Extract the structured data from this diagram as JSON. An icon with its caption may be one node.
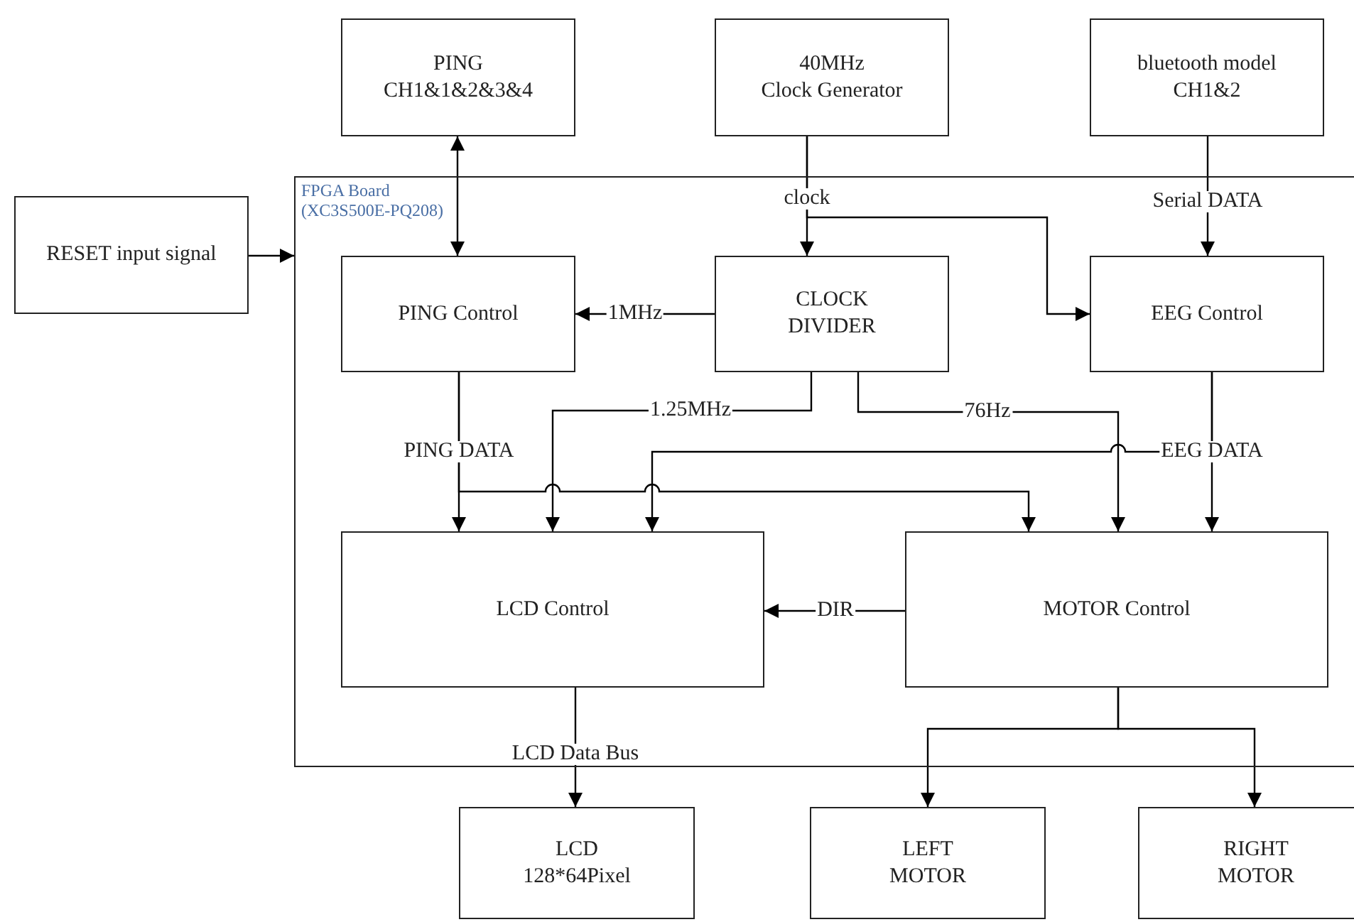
{
  "diagram": {
    "nodes": [
      {
        "text": [
          "PING CH1&1&2&3&4"
        ]
      },
      {
        "text": [
          "40MHz Clock Generator"
        ]
      },
      {
        "text": [
          "bluetooth model CH1&2"
        ]
      },
      {
        "text": [
          "RESET input signal"
        ]
      },
      {
        "text": [
          "FPGA Board (XC3S500E-PQ208)"
        ]
      },
      {
        "text": [
          "PING Control"
        ],
        "in": 4
      },
      {
        "text": [
          "CLOCK DIVIDER"
        ],
        "in": 4
      },
      {
        "text": [
          "EEG Control"
        ],
        "in": 4
      },
      {
        "text": [
          "LCD Control"
        ],
        "in": 4
      },
      {
        "text": [
          "MOTOR Control"
        ],
        "in": 4
      },
      {
        "text": [
          "LCD 128*64Pixel"
        ]
      },
      {
        "text": [
          "LEFT MOTOR"
        ]
      },
      {
        "text": [
          "RIGHT MOTOR"
        ]
      }
    ],
    "edges": [
      {
        "from": 3,
        "to": 4,
        "arrow": "to"
      },
      {
        "from": 0,
        "to": 5,
        "arrow": "both"
      },
      {
        "from": 1,
        "to": 6,
        "label": "clock",
        "arrow": "to"
      },
      {
        "from": 1,
        "to": 7,
        "arrow": "to"
      },
      {
        "from": 2,
        "to": 7,
        "label": "Serial DATA",
        "arrow": "to"
      },
      {
        "from": 6,
        "to": 5,
        "label": "1MHz",
        "arrow": "to"
      },
      {
        "from": 6,
        "to": 8,
        "label": "1.25MHz",
        "arrow": "to"
      },
      {
        "from": 6,
        "to": 9,
        "label": "76Hz",
        "arrow": "to"
      },
      {
        "from": 5,
        "to": 8,
        "label": "PING DATA",
        "arrow": "to"
      },
      {
        "from": 5,
        "to": 9,
        "arrow": "to"
      },
      {
        "from": 7,
        "to": 9,
        "label": "EEG DATA",
        "arrow": "to"
      },
      {
        "from": 7,
        "to": 8,
        "arrow": "to"
      },
      {
        "from": 9,
        "to": 8,
        "label": "DIR",
        "arrow": "to"
      },
      {
        "from": 8,
        "to": 10,
        "label": "LCD Data Bus",
        "arrow": "to"
      },
      {
        "from": 9,
        "to": 11,
        "arrow": "to"
      },
      {
        "from": 9,
        "to": 12,
        "arrow": "to"
      }
    ]
  }
}
